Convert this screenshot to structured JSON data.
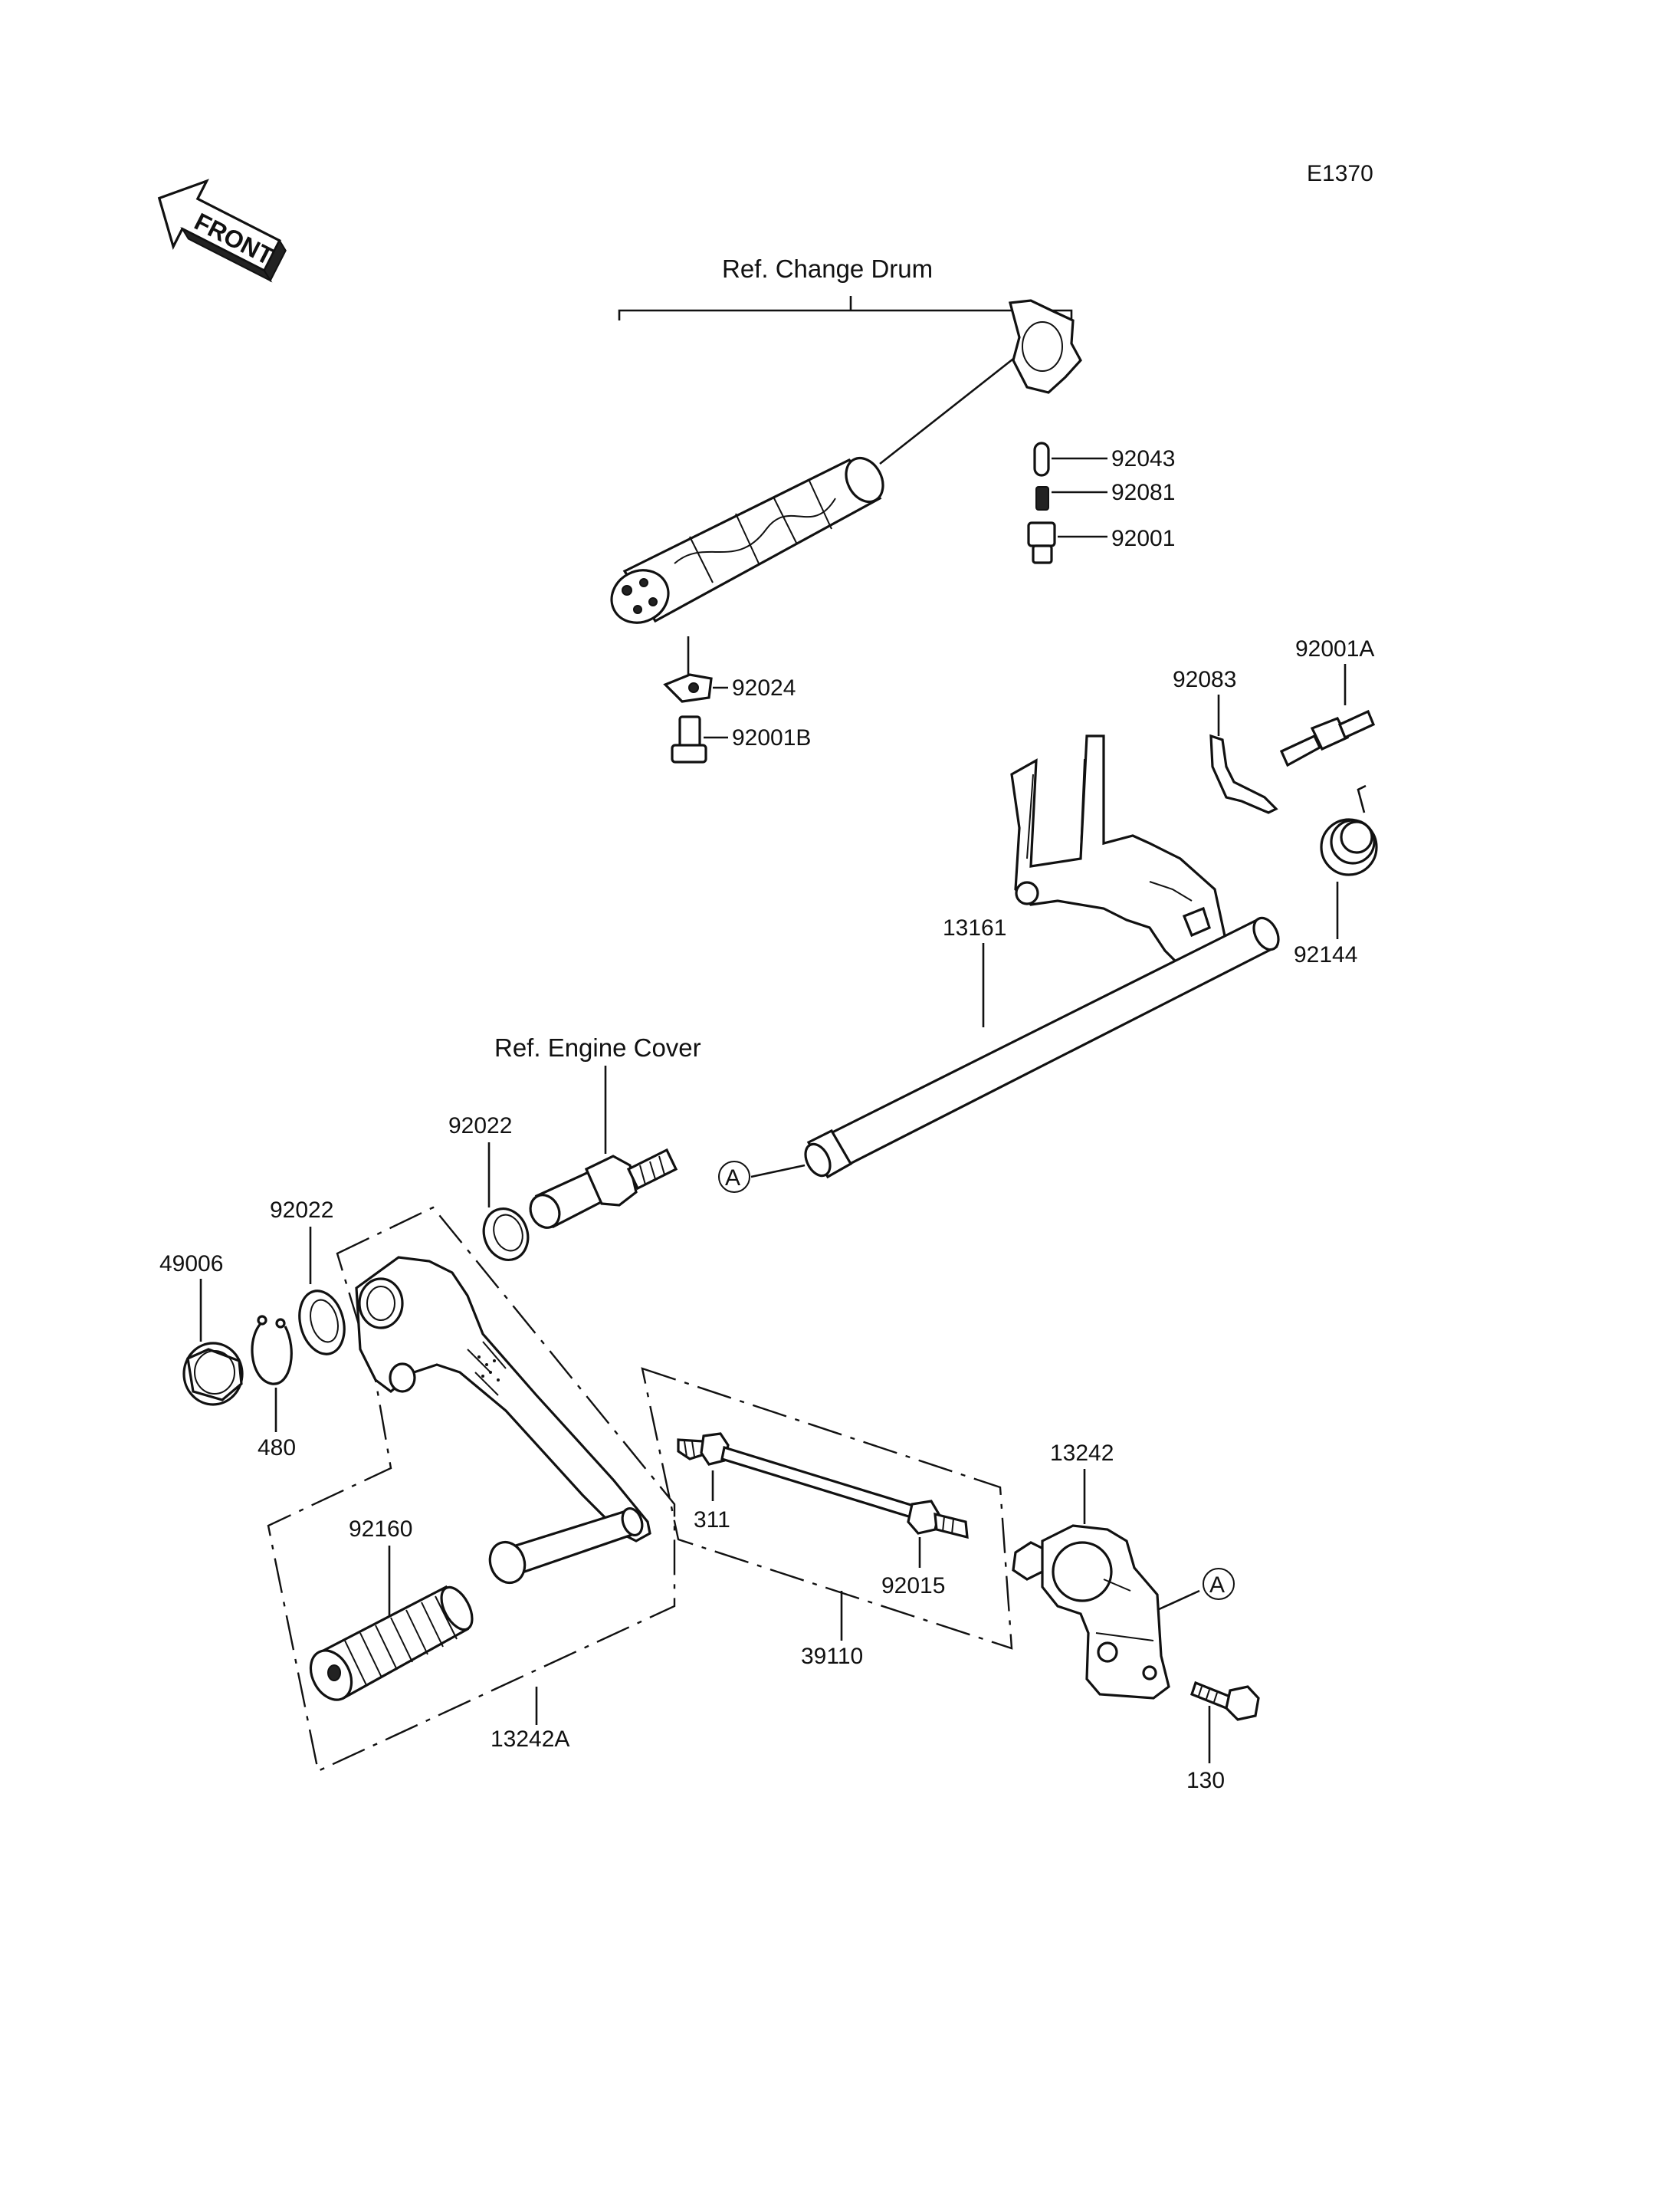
{
  "diagram_code": "E1370",
  "front_label": "FRONT",
  "references": {
    "change_drum": "Ref.  Change Drum",
    "engine_cover": "Ref.  Engine Cover"
  },
  "marker": "A",
  "parts": {
    "p92043": "92043",
    "p92081": "92081",
    "p92001": "92001",
    "p92024": "92024",
    "p92001B": "92001B",
    "p92083": "92083",
    "p92001A": "92001A",
    "p92144": "92144",
    "p13161": "13161",
    "p92022a": "92022",
    "p92022b": "92022",
    "p49006": "49006",
    "p480": "480",
    "p92160": "92160",
    "p13242A": "13242A",
    "p311": "311",
    "p92015": "92015",
    "p39110": "39110",
    "p13242": "13242",
    "p130": "130"
  }
}
